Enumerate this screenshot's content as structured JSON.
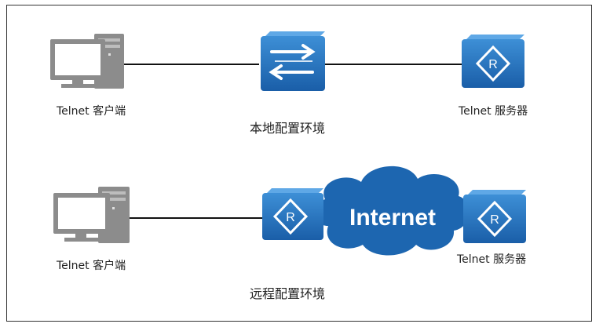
{
  "colors": {
    "pc_body": "#8c8c8c",
    "pc_screen": "#ffffff",
    "device_blue": "#1f68b4",
    "device_blue_light": "#3d8fd6",
    "cloud_blue": "#1d66b0",
    "line": "#111111"
  },
  "local": {
    "client_label": "Telnet 客户端",
    "server_label": "Telnet 服务器",
    "caption": "本地配置环境",
    "client_icon": "pc-icon",
    "switch_icon": "switch-icon",
    "server_icon": "router-icon"
  },
  "remote": {
    "client_label": "Telnet 客户端",
    "server_label": "Telnet 服务器",
    "caption": "远程配置环境",
    "cloud_label": "Internet",
    "client_icon": "pc-icon",
    "router_left_icon": "router-icon",
    "router_right_icon": "router-icon",
    "cloud_icon": "cloud-icon"
  }
}
